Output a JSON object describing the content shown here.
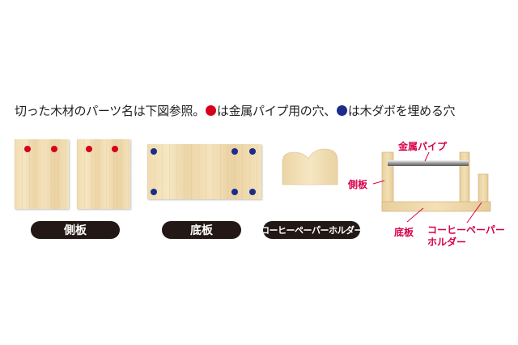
{
  "caption": {
    "part1": "切った木材のパーツ名は下図参照。",
    "part2": "は金属パイプ用の穴、",
    "part3": "は木ダボを埋める穴"
  },
  "parts": {
    "side_label": "側板",
    "bottom_label": "底板",
    "holder_label": "コーヒーペーパーホルダー"
  },
  "diagram": {
    "pipe_label": "金属パイプ",
    "side_label": "側板",
    "bottom_label": "底板",
    "holder_label_line1": "コーヒーペーパー",
    "holder_label_line2": "ホルダー"
  },
  "colors": {
    "metal_pipe_hole": "#d7001c",
    "dowel_hole": "#1b2c8c",
    "label_pink": "#d7004b",
    "pill_bg": "#231815"
  }
}
